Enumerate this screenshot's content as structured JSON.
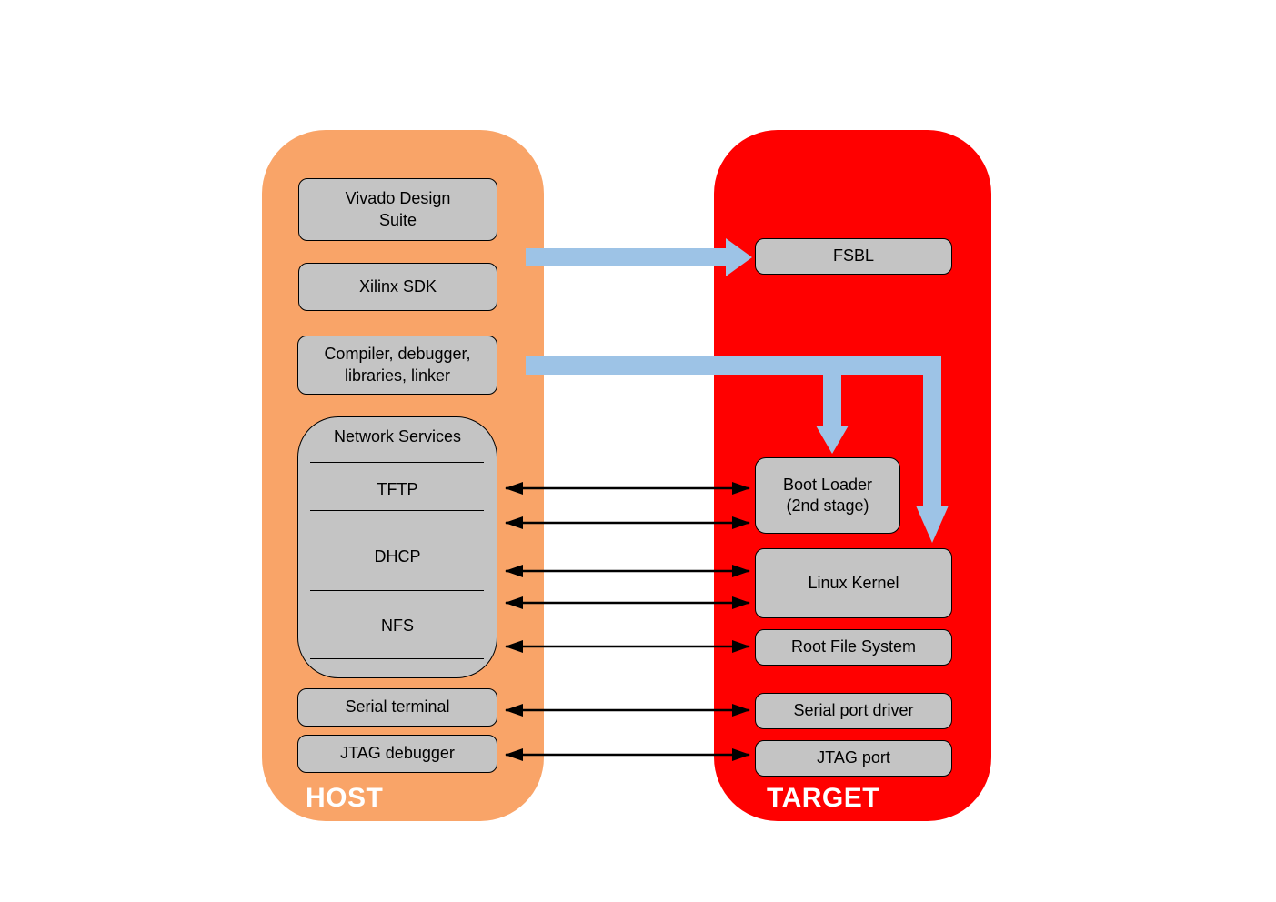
{
  "host": {
    "label": "HOST",
    "vivado": "Vivado Design\nSuite",
    "sdk": "Xilinx SDK",
    "compiler": "Compiler, debugger,\nlibraries, linker",
    "network": {
      "title": "Network Services",
      "items": [
        "TFTP",
        "DHCP",
        "NFS"
      ]
    },
    "serial_terminal": "Serial terminal",
    "jtag_debugger": "JTAG debugger"
  },
  "target": {
    "label": "TARGET",
    "fsbl": "FSBL",
    "boot_loader": "Boot Loader\n(2nd stage)",
    "linux_kernel": "Linux Kernel",
    "root_file_system": "Root File System",
    "serial_port_driver": "Serial port driver",
    "jtag_port": "JTAG port"
  },
  "colors": {
    "host_bg": "#F9A468",
    "target_bg": "#FF0000",
    "box_bg": "#C4C4C4",
    "box_border": "#000000",
    "arrow_blue": "#9DC3E6",
    "arrow_black": "#000000",
    "label_text": "#FFFFFF"
  }
}
